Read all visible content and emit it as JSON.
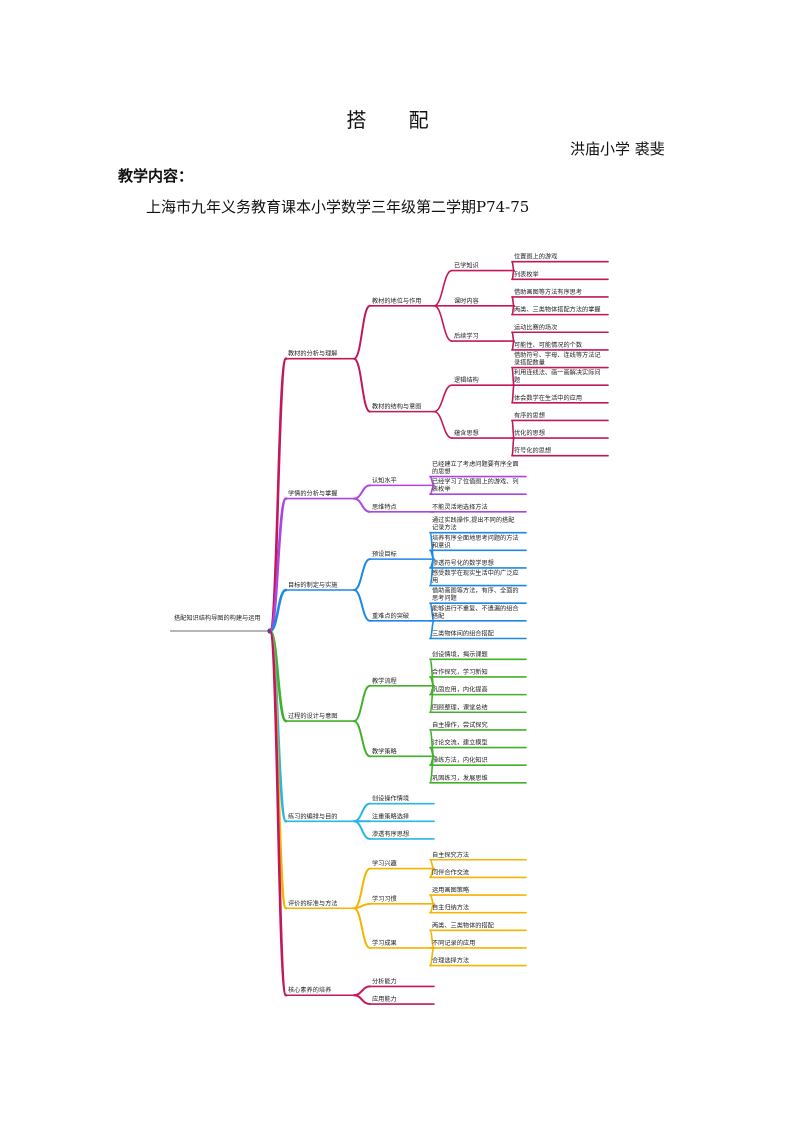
{
  "doc": {
    "title": "搭  配",
    "author": "洪庙小学 裘斐",
    "section_heading": "教学内容：",
    "content_line": "上海市九年义务教育课本小学数学三年级第二学期P74-75"
  },
  "mindmap": {
    "root": "搭配知识结构导图的构建与运用",
    "colors": {
      "material": "#c2185b",
      "learner": "#ab47e0",
      "goals": "#1e88e5",
      "process": "#43b02a",
      "practice": "#29b6e6",
      "evaluation": "#f5b400",
      "literacy": "#c2185b",
      "root_line": "#9e9e9e"
    },
    "branches": [
      {
        "label": "教材的分析与理解",
        "color": "material",
        "children": [
          {
            "label": "教材的地位与作用",
            "children": [
              {
                "label": "已学知识",
                "children": [
                  {
                    "label": "位置图上的游戏"
                  },
                  {
                    "label": "列表枚举"
                  }
                ]
              },
              {
                "label": "课时内容",
                "children": [
                  {
                    "label": "借助画图等方法有序思考"
                  },
                  {
                    "label": "两类、三类物体搭配方法的掌握"
                  }
                ]
              },
              {
                "label": "后续学习",
                "children": [
                  {
                    "label": "运动比赛的场次"
                  },
                  {
                    "label": "可能性、可能情况的个数"
                  }
                ]
              }
            ]
          },
          {
            "label": "教材的结构与意图",
            "children": [
              {
                "label": "逻辑结构",
                "children": [
                  {
                    "label": "借助符号、字母、连线等方法记录搭配数量"
                  },
                  {
                    "label": "利用连线法、画一画解决实际问题"
                  },
                  {
                    "label": "体会数学在生活中的应用"
                  }
                ]
              },
              {
                "label": "蕴含思想",
                "children": [
                  {
                    "label": "有序的思想"
                  },
                  {
                    "label": "优化的思想"
                  },
                  {
                    "label": "符号化的思想"
                  }
                ]
              }
            ]
          }
        ]
      },
      {
        "label": "学情的分析与掌握",
        "color": "learner",
        "children": [
          {
            "label": "认知水平",
            "children": [
              {
                "label": "已经建立了考虑问题要有序全面的思想"
              },
              {
                "label": "已经学习了位值图上的游戏、列表枚举"
              }
            ]
          },
          {
            "label": "思维特点",
            "children": [
              {
                "label": "不能灵活地选择方法"
              }
            ]
          }
        ]
      },
      {
        "label": "目标的制定与实施",
        "color": "goals",
        "children": [
          {
            "label": "预设目标",
            "children": [
              {
                "label": "通过实践操作,提出不同的搭配记录方法"
              },
              {
                "label": "培养有序全面地思考问题的方法和意识"
              },
              {
                "label": "渗透符号化的数学思想"
              },
              {
                "label": "感受数学在现实生活中的广泛应用"
              }
            ]
          },
          {
            "label": "重难点的突破",
            "children": [
              {
                "label": "借助画图等方法，有序、全面的思考问题"
              },
              {
                "label": "能够进行不重复、不遗漏的组合搭配"
              },
              {
                "label": "三类物体间的组合搭配"
              }
            ]
          }
        ]
      },
      {
        "label": "过程的设计与意图",
        "color": "process",
        "children": [
          {
            "label": "教学流程",
            "children": [
              {
                "label": "创设情境，揭示课题"
              },
              {
                "label": "合作探究，学习新知"
              },
              {
                "label": "巩固应用，内化提高"
              },
              {
                "label": "回顾整理，课堂总结"
              }
            ]
          },
          {
            "label": "教学策略",
            "children": [
              {
                "label": "自主操作，尝试探究"
              },
              {
                "label": "讨论交流，建立模型"
              },
              {
                "label": "操练方法，内化知识"
              },
              {
                "label": "巩固练习，发展思维"
              }
            ]
          }
        ]
      },
      {
        "label": "练习的编排与目的",
        "color": "practice",
        "children": [
          {
            "label": "创设操作情境"
          },
          {
            "label": "注重策略选择"
          },
          {
            "label": "渗透有序思想"
          }
        ]
      },
      {
        "label": "评价的标准与方法",
        "color": "evaluation",
        "children": [
          {
            "label": "学习兴趣",
            "children": [
              {
                "label": "自主探究方法"
              },
              {
                "label": "同伴合作交流"
              }
            ]
          },
          {
            "label": "学习习惯",
            "children": [
              {
                "label": "运用画图策略"
              },
              {
                "label": "自主归纳方法"
              }
            ]
          },
          {
            "label": "学习成果",
            "children": [
              {
                "label": "两类、三类物体的搭配"
              },
              {
                "label": "不同记录的应用"
              },
              {
                "label": "合理选择方法"
              }
            ]
          }
        ]
      },
      {
        "label": "核心素养的培养",
        "color": "literacy",
        "children": [
          {
            "label": "分析能力"
          },
          {
            "label": "应用能力"
          }
        ]
      }
    ]
  }
}
